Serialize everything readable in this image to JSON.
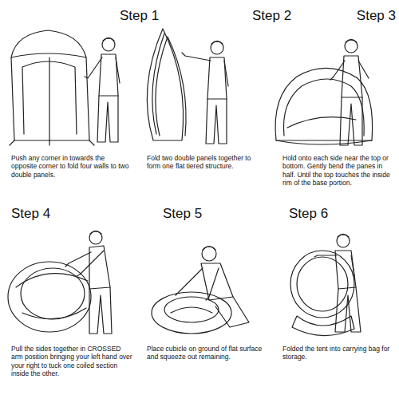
{
  "diagram": {
    "labels": [
      "Step 1",
      "Push any corner in towards the opposite corner to fold four walls to two double panels.",
      "Step 2",
      "Fold two double panels together to form one flat tiered structure.",
      "Step 3",
      "Hold onto each side near the top or bottom. Gently bend the panes in half. Until the top touches the inside rim of the base portion.",
      "Step 4",
      "Pull the sides together in CROSSED arm position bringing your left hand over your right to tuck one coiled section inside the other.",
      "Step 5",
      "Place cubicle on ground of flat surface and squeeze out remaining.",
      "Step 6",
      "Folded the tent into carrying bag for storage."
    ]
  }
}
